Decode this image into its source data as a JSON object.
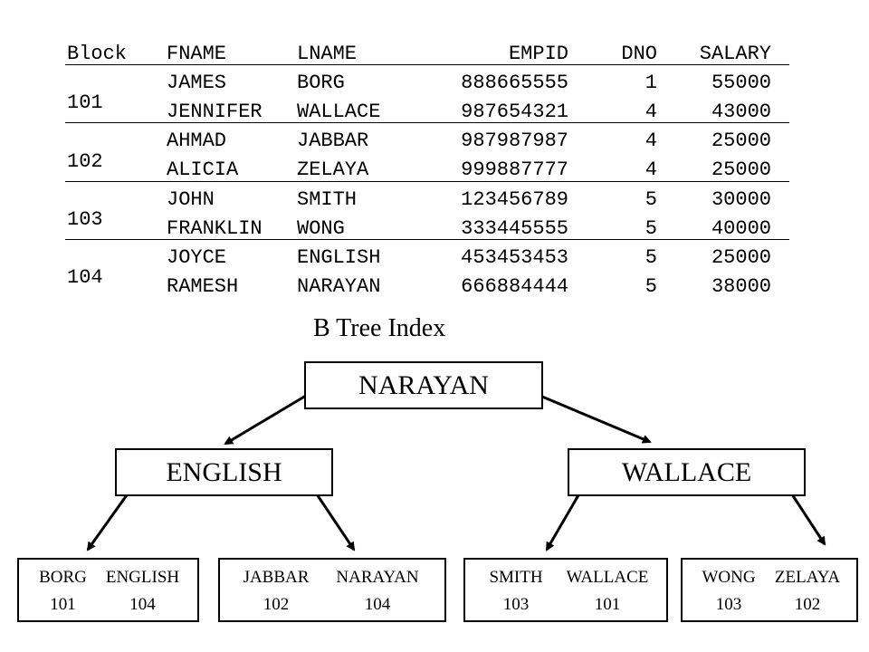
{
  "table": {
    "headers": {
      "block": "Block",
      "fname": "FNAME",
      "lname": "LNAME",
      "empid": "EMPID",
      "dno": "DNO",
      "salary": "SALARY"
    },
    "blocks": [
      {
        "label": "101",
        "rows": [
          {
            "fname": "JAMES",
            "lname": "BORG",
            "empid": "888665555",
            "dno": "1",
            "salary": "55000"
          },
          {
            "fname": "JENNIFER",
            "lname": "WALLACE",
            "empid": "987654321",
            "dno": "4",
            "salary": "43000"
          }
        ]
      },
      {
        "label": "102",
        "rows": [
          {
            "fname": "AHMAD",
            "lname": "JABBAR",
            "empid": "987987987",
            "dno": "4",
            "salary": "25000"
          },
          {
            "fname": "ALICIA",
            "lname": "ZELAYA",
            "empid": "999887777",
            "dno": "4",
            "salary": "25000"
          }
        ]
      },
      {
        "label": "103",
        "rows": [
          {
            "fname": "JOHN",
            "lname": "SMITH",
            "empid": "123456789",
            "dno": "5",
            "salary": "30000"
          },
          {
            "fname": "FRANKLIN",
            "lname": "WONG",
            "empid": "333445555",
            "dno": "5",
            "salary": "40000"
          }
        ]
      },
      {
        "label": "104",
        "rows": [
          {
            "fname": "JOYCE",
            "lname": "ENGLISH",
            "empid": "453453453",
            "dno": "5",
            "salary": "25000"
          },
          {
            "fname": "RAMESH",
            "lname": "NARAYAN",
            "empid": "666884444",
            "dno": "5",
            "salary": "38000"
          }
        ]
      }
    ]
  },
  "tree": {
    "title": "B Tree Index",
    "root": "NARAYAN",
    "internal": [
      "ENGLISH",
      "WALLACE"
    ],
    "leaves": [
      {
        "keys": [
          "BORG",
          "ENGLISH"
        ],
        "blocks": [
          "101",
          "104"
        ]
      },
      {
        "keys": [
          "JABBAR",
          "NARAYAN"
        ],
        "blocks": [
          "102",
          "104"
        ]
      },
      {
        "keys": [
          "SMITH",
          "WALLACE"
        ],
        "blocks": [
          "103",
          "101"
        ]
      },
      {
        "keys": [
          "WONG",
          "ZELAYA"
        ],
        "blocks": [
          "103",
          "102"
        ]
      }
    ]
  }
}
